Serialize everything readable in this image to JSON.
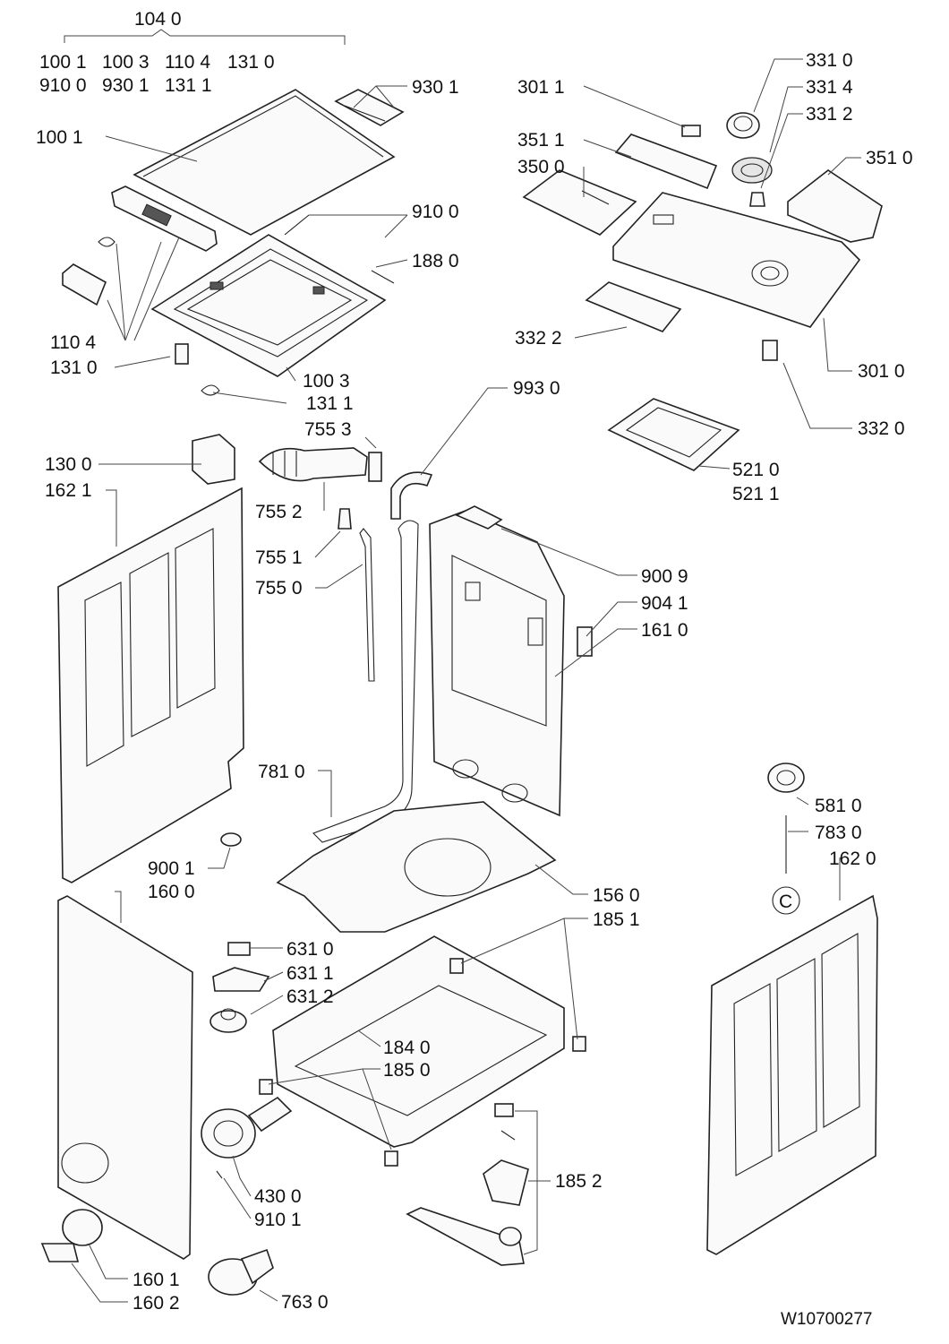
{
  "drawing_id": "W10700277",
  "group_header": {
    "label": "104 0",
    "rows": [
      [
        "100 1",
        "100 3",
        "110 4",
        "131 0"
      ],
      [
        "910 0",
        "930 1",
        "131 1"
      ]
    ]
  },
  "callouts": [
    "100 1",
    "110 4",
    "131 0",
    "131 1",
    "100 3",
    "930 1",
    "910 0",
    "188 0",
    "301 1",
    "331 0",
    "331 4",
    "331 2",
    "351 1",
    "350 0",
    "351 0",
    "332 2",
    "301 0",
    "332 0",
    "993 0",
    "521 0",
    "521 1",
    "755 3",
    "130 0",
    "162 1",
    "755 2",
    "755 1",
    "755 0",
    "900 9",
    "904 1",
    "161 0",
    "781 0",
    "900 1",
    "160 0",
    "156 0",
    "185 1",
    "581 0",
    "783 0",
    "162 0",
    "631 0",
    "631 1",
    "631 2",
    "184 0",
    "185 0",
    "430 0",
    "910 1",
    "185 2",
    "160 1",
    "160 2",
    "763 0"
  ],
  "circle_marker": "C"
}
